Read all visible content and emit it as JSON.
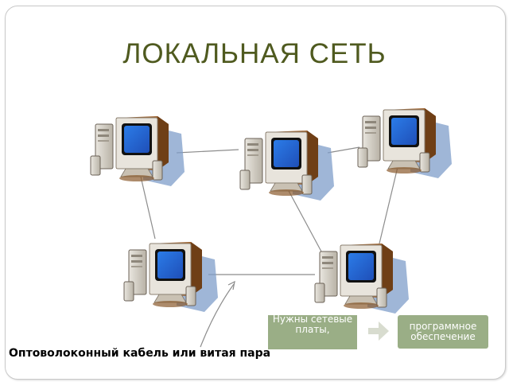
{
  "title": "ЛОКАЛЬНАЯ СЕТЬ",
  "computers": [
    {
      "id": "pc-top-left"
    },
    {
      "id": "pc-top-center"
    },
    {
      "id": "pc-top-right"
    },
    {
      "id": "pc-bottom-left"
    },
    {
      "id": "pc-bottom-right"
    }
  ],
  "process": {
    "step1": "Нужны сетевые платы,",
    "step2": "программное обеспечение"
  },
  "caption": "Оптоволоконный кабель  или  витая пара",
  "colors": {
    "title": "#4f5a1f",
    "box": "#9aae86",
    "arrow": "#d8dccf",
    "screen": "#2f7de0",
    "case": "#9b5f2a",
    "shadow": "#7f9ec9",
    "cable": "#8c8c8c"
  }
}
